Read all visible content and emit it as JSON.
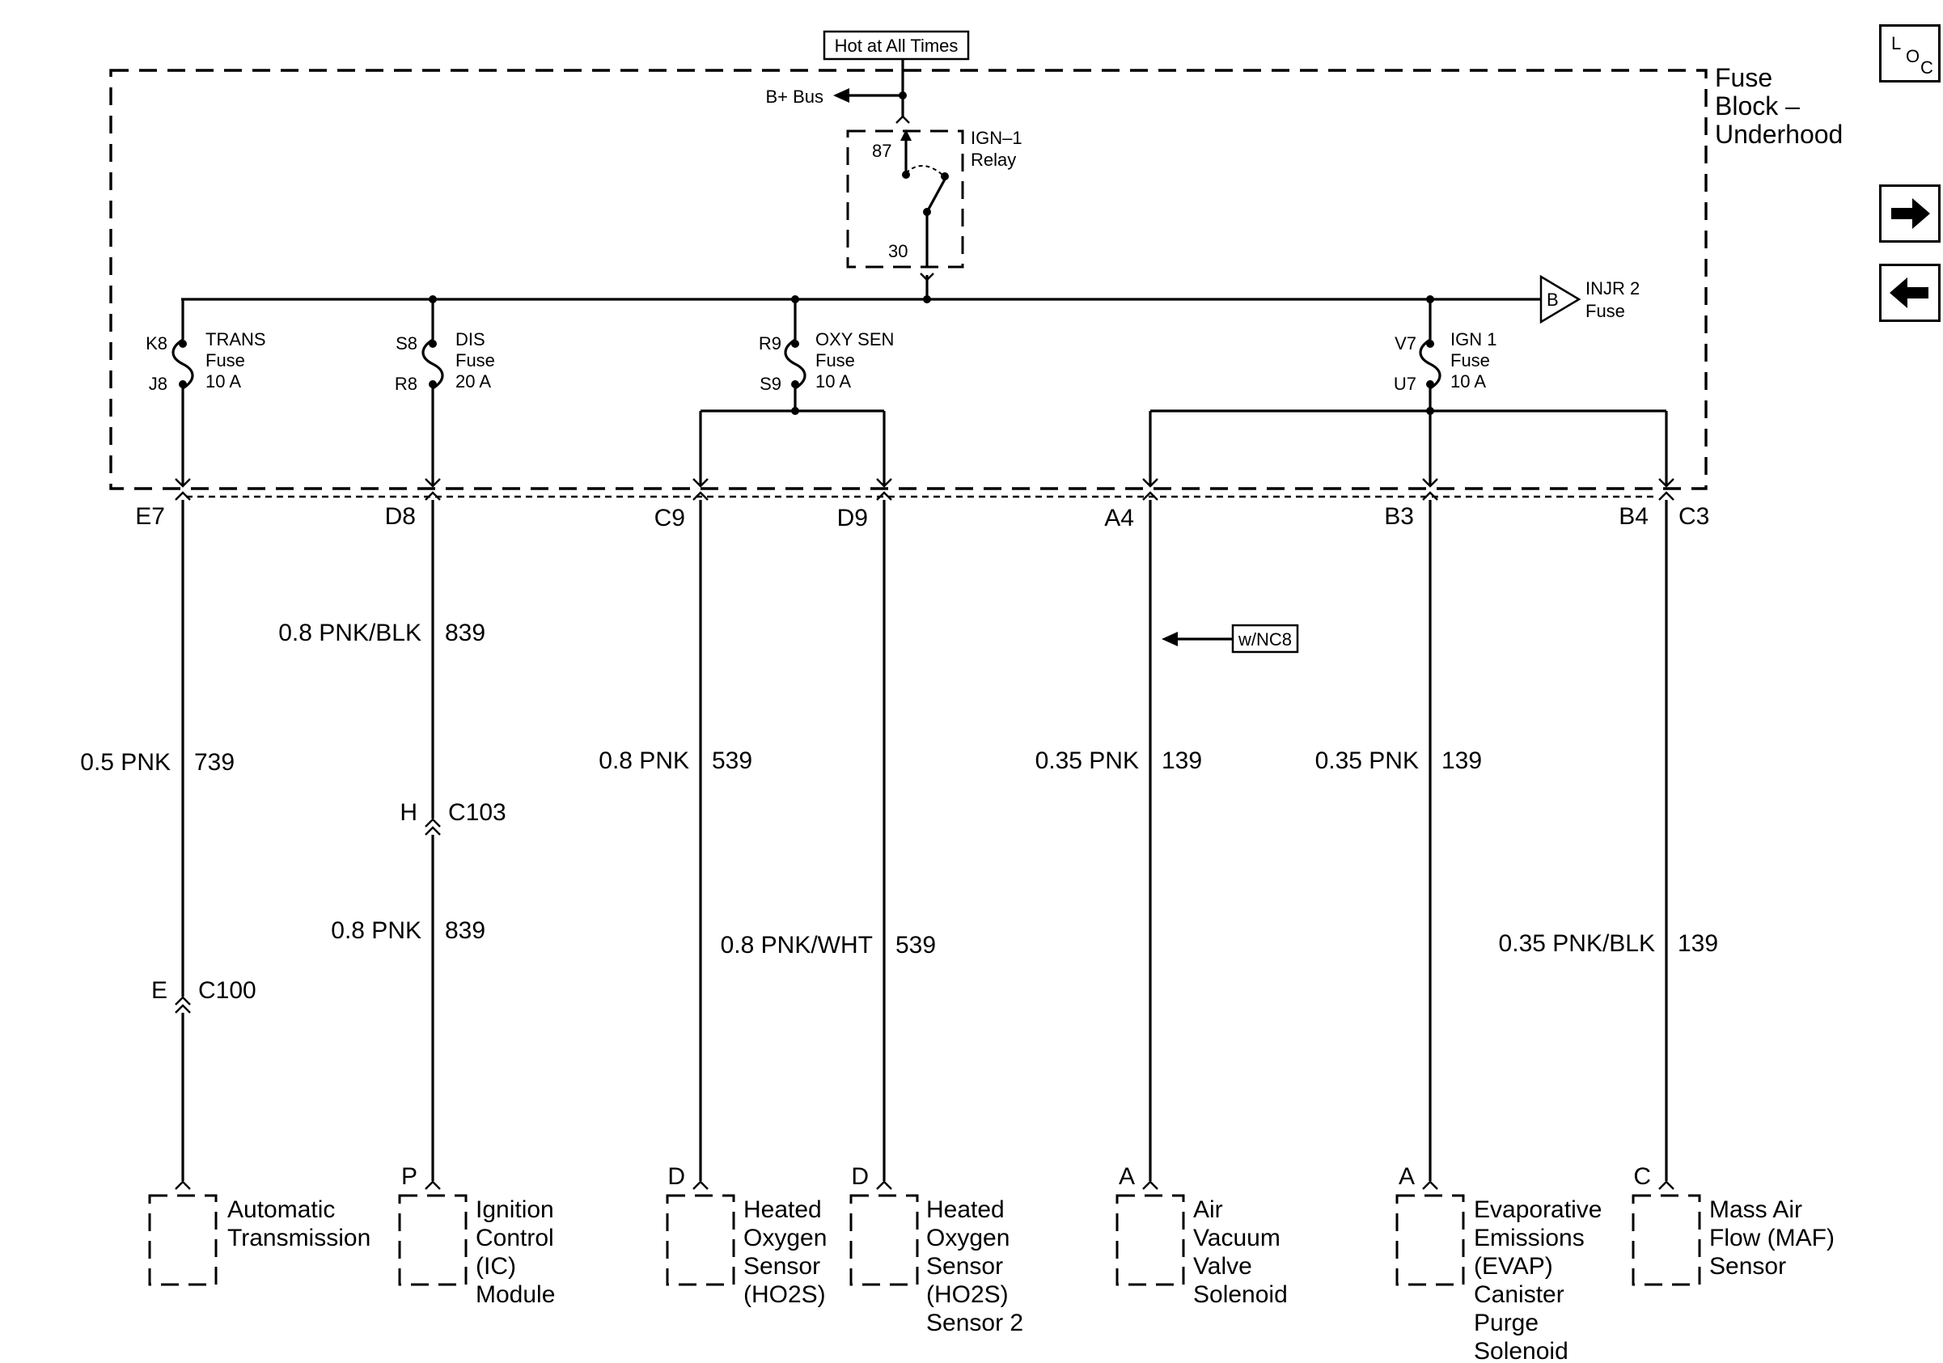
{
  "header": {
    "hot_label": "Hot at All Times"
  },
  "fuse_block": {
    "label": [
      "Fuse",
      "Block –",
      "Underhood"
    ]
  },
  "bus": {
    "label": "B+ Bus"
  },
  "relay": {
    "name": [
      "IGN–1",
      "Relay"
    ],
    "pin_top": "87",
    "pin_bottom": "30"
  },
  "injr_fuse": {
    "letter": "B",
    "label": [
      "INJR 2",
      "Fuse"
    ]
  },
  "fuses": [
    {
      "name": [
        "TRANS",
        "Fuse",
        "10 A"
      ],
      "pin_in": "K8",
      "pin_out": "J8"
    },
    {
      "name": [
        "DIS",
        "Fuse",
        "20 A"
      ],
      "pin_in": "S8",
      "pin_out": "R8"
    },
    {
      "name": [
        "OXY SEN",
        "Fuse",
        "10 A"
      ],
      "pin_in": "R9",
      "pin_out": "S9"
    },
    {
      "name": [
        "IGN 1",
        "Fuse",
        "10 A"
      ],
      "pin_in": "V7",
      "pin_out": "U7"
    }
  ],
  "terminals": [
    "E7",
    "D8",
    "C9",
    "D9",
    "A4",
    "B3",
    "B4",
    "C3"
  ],
  "wires": [
    {
      "id": "w1",
      "color": "0.5 PNK",
      "circuit": "739"
    },
    {
      "id": "w2a",
      "color": "0.8 PNK/BLK",
      "circuit": "839"
    },
    {
      "id": "w2b",
      "color": "0.8 PNK",
      "circuit": "839"
    },
    {
      "id": "w3",
      "color": "0.8 PNK",
      "circuit": "539"
    },
    {
      "id": "w4",
      "color": "0.8 PNK/WHT",
      "circuit": "539"
    },
    {
      "id": "w5",
      "color": "0.35 PNK",
      "circuit": "139"
    },
    {
      "id": "w6",
      "color": "0.35 PNK",
      "circuit": "139"
    },
    {
      "id": "w7",
      "color": "0.35 PNK/BLK",
      "circuit": "139"
    }
  ],
  "connectors": [
    {
      "pin": "H",
      "name": "C103"
    },
    {
      "pin": "E",
      "name": "C100"
    }
  ],
  "option_note": "w/NC8",
  "components": [
    {
      "pin": "",
      "label": [
        "Automatic",
        "Transmission"
      ]
    },
    {
      "pin": "P",
      "label": [
        "Ignition",
        "Control",
        "(IC)",
        "Module"
      ]
    },
    {
      "pin": "D",
      "label": [
        "Heated",
        "Oxygen",
        "Sensor",
        "(HO2S)"
      ]
    },
    {
      "pin": "D",
      "label": [
        "Heated",
        "Oxygen",
        "Sensor",
        "(HO2S)",
        "Sensor 2"
      ]
    },
    {
      "pin": "A",
      "label": [
        "Air",
        "Vacuum",
        "Valve",
        "Solenoid"
      ]
    },
    {
      "pin": "A",
      "label": [
        "Evaporative",
        "Emissions",
        "(EVAP)",
        "Canister",
        "Purge",
        "Solenoid"
      ]
    },
    {
      "pin": "C",
      "label": [
        "Mass Air",
        "Flow (MAF)",
        "Sensor"
      ]
    }
  ],
  "nav": {
    "loc_icon": "loc-icon",
    "next_icon": "arrow-right-icon",
    "prev_icon": "arrow-left-icon"
  }
}
